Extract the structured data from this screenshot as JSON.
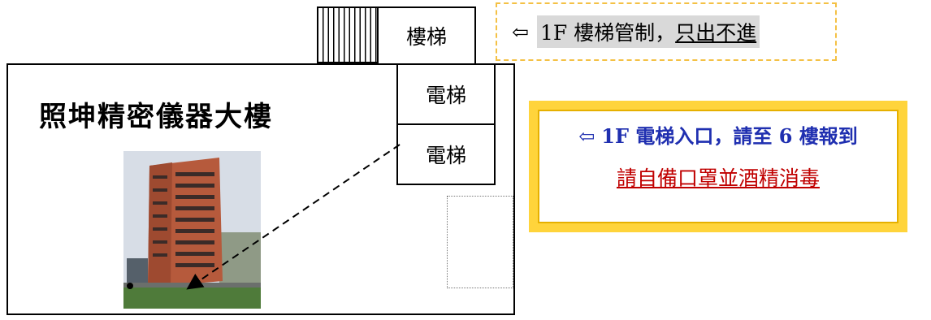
{
  "building": {
    "title": "照坤精密儀器大樓"
  },
  "stairs": {
    "label": "樓梯"
  },
  "elevators": [
    {
      "label": "電梯"
    },
    {
      "label": "電梯"
    }
  ],
  "notes": {
    "stair_note": {
      "arrow": "⇦",
      "prefix": "1F 樓梯管制，",
      "emphasis": "只出不進"
    },
    "elevator_note": {
      "arrow": "⇦",
      "line1": "1F 電梯入口，請至 6 樓報到",
      "line2": "請自備口罩並酒精消毒"
    }
  },
  "colors": {
    "note_border_yellow": "#f4c145",
    "note_frame_gold": "#ffd43b",
    "instruction_blue": "#1f2fb0",
    "warning_red": "#c00000"
  }
}
